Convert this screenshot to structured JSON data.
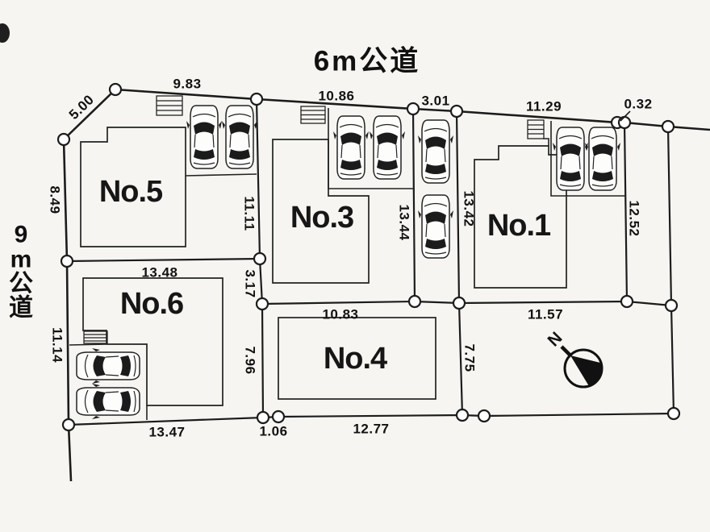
{
  "roads": {
    "top_label": "6m公道",
    "left_label_chars": [
      "9",
      "m",
      "公",
      "道"
    ]
  },
  "plots": {
    "no1": "No.1",
    "no3": "No.3",
    "no4": "No.4",
    "no5": "No.5",
    "no6": "No.6"
  },
  "dims": {
    "v5_00": "5.00",
    "v9_83": "9.83",
    "v10_86": "10.86",
    "v3_01": "3.01",
    "v11_29": "11.29",
    "v0_32": "0.32",
    "v8_49": "8.49",
    "v11_14": "11.14",
    "v11_11": "11.11",
    "v3_17": "3.17",
    "v13_44": "13.44",
    "v13_42": "13.42",
    "v12_52": "12.52",
    "v13_48": "13.48",
    "v10_83": "10.83",
    "v11_57": "11.57",
    "v7_96": "7.96",
    "v7_75": "7.75",
    "v13_47": "13.47",
    "v1_06": "1.06",
    "v12_77": "12.77"
  },
  "compass": {
    "north_label": "N"
  }
}
